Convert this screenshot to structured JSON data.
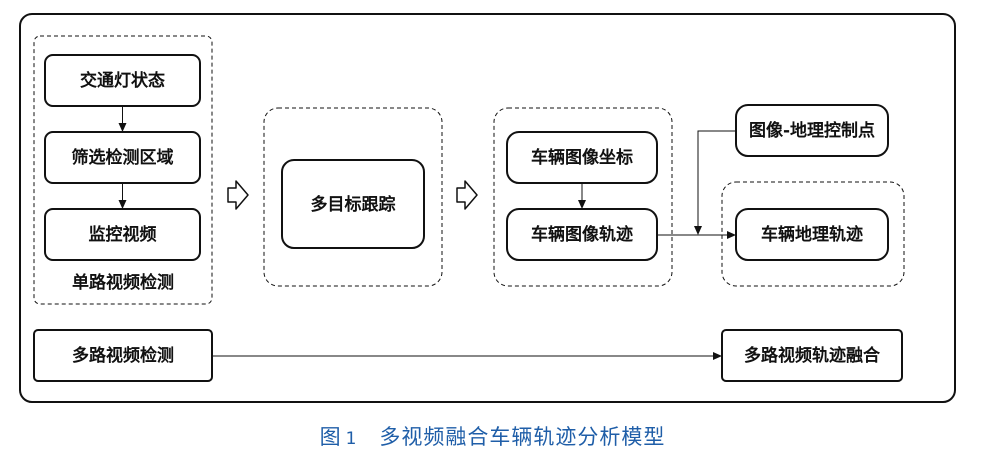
{
  "colors": {
    "stroke": "#111111",
    "caption": "#1f5ea8"
  },
  "nodes": {
    "traffic_light": "交通灯状态",
    "filter_region": "筛选检测区域",
    "surveillance_video": "监控视频",
    "single_group_label": "单路视频检测",
    "multi_target_tracking": "多目标跟踪",
    "vehicle_image_coords": "车辆图像坐标",
    "vehicle_image_trajectory": "车辆图像轨迹",
    "image_geo_control_points": "图像-地理控制点",
    "vehicle_geo_trajectory": "车辆地理轨迹",
    "multi_video_detection": "多路视频检测",
    "multi_video_fusion": "多路视频轨迹融合"
  },
  "caption": {
    "fig": "图",
    "num": "1",
    "title": "多视频融合车辆轨迹分析模型"
  }
}
